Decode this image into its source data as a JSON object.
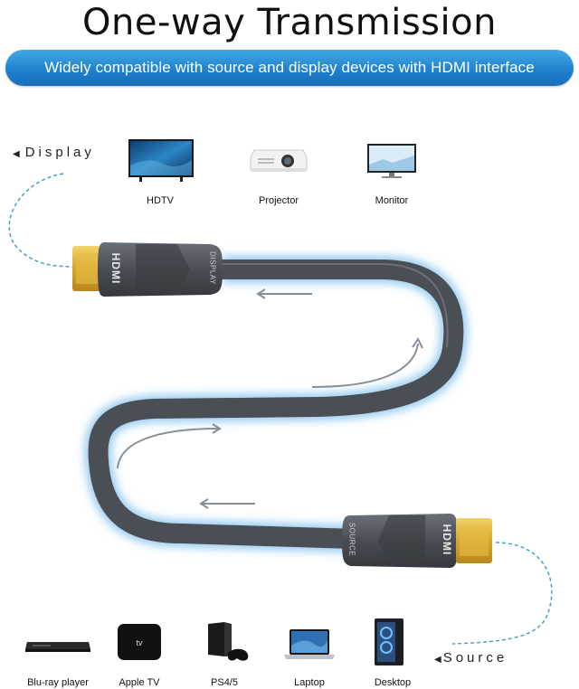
{
  "title": "One-way Transmission",
  "banner": "Widely compatible with source and display devices with HDMI interface",
  "display": {
    "label": "Display",
    "devices": [
      {
        "name": "HDTV",
        "icon": "tv-icon"
      },
      {
        "name": "Projector",
        "icon": "projector-icon"
      },
      {
        "name": "Monitor",
        "icon": "monitor-icon"
      }
    ]
  },
  "source": {
    "label": "Source",
    "devices": [
      {
        "name": "Blu-ray player",
        "icon": "bluray-player-icon"
      },
      {
        "name": "Apple TV",
        "icon": "apple-tv-icon"
      },
      {
        "name": "PS4/5",
        "icon": "playstation-icon"
      },
      {
        "name": "Laptop",
        "icon": "laptop-icon"
      },
      {
        "name": "Desktop",
        "icon": "desktop-tower-icon"
      }
    ]
  },
  "connector_top": {
    "brand": "HDMI",
    "side_text": "DISPLAY"
  },
  "connector_bottom": {
    "brand": "HDMI",
    "side_text": "SOURCE"
  },
  "colors": {
    "banner": "#1e7fcc",
    "cable": "#4a4e55",
    "glow": "#3fa0e6",
    "gold": "#e0b43a",
    "dashed": "#4aa0c8"
  }
}
